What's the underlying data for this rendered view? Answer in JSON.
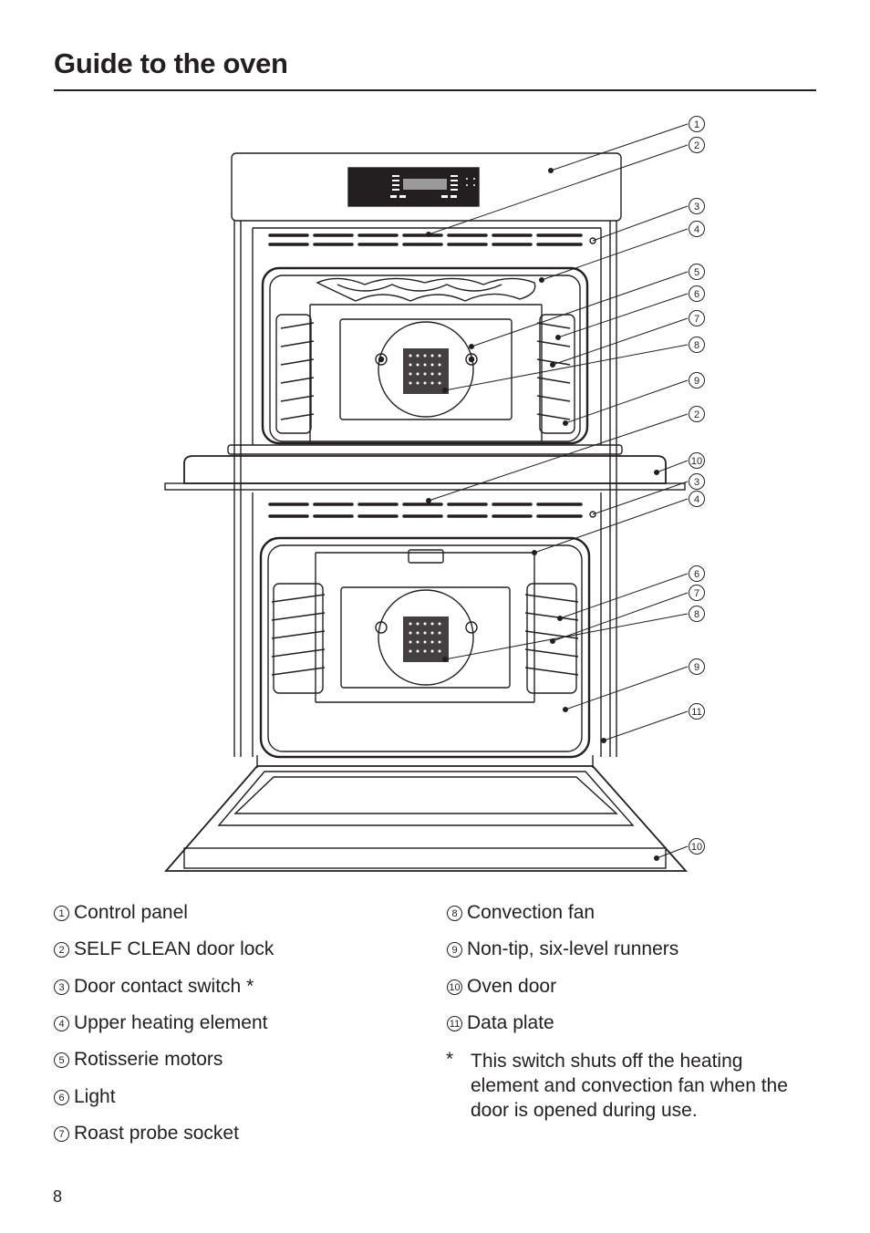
{
  "page": {
    "title": "Guide to the oven",
    "page_number": "8"
  },
  "legend": [
    {
      "num": "1",
      "label": "Control panel"
    },
    {
      "num": "2",
      "label": "SELF CLEAN door lock"
    },
    {
      "num": "3",
      "label": "Door contact switch *"
    },
    {
      "num": "4",
      "label": "Upper heating element"
    },
    {
      "num": "5",
      "label": "Rotisserie motors"
    },
    {
      "num": "6",
      "label": "Light"
    },
    {
      "num": "7",
      "label": "Roast probe socket"
    },
    {
      "num": "8",
      "label": "Convection fan"
    },
    {
      "num": "9",
      "label": "Non-tip, six-level runners"
    },
    {
      "num": "10",
      "label": "Oven door"
    },
    {
      "num": "11",
      "label": "Data plate"
    }
  ],
  "footnote": {
    "marker": "*",
    "text": "This switch shuts off the heating element and convection fan when the door is opened during use."
  },
  "callouts": [
    "1",
    "2",
    "3",
    "4",
    "5",
    "6",
    "7",
    "8",
    "9",
    "2",
    "10",
    "3",
    "4",
    "6",
    "7",
    "8",
    "9",
    "11",
    "10"
  ]
}
